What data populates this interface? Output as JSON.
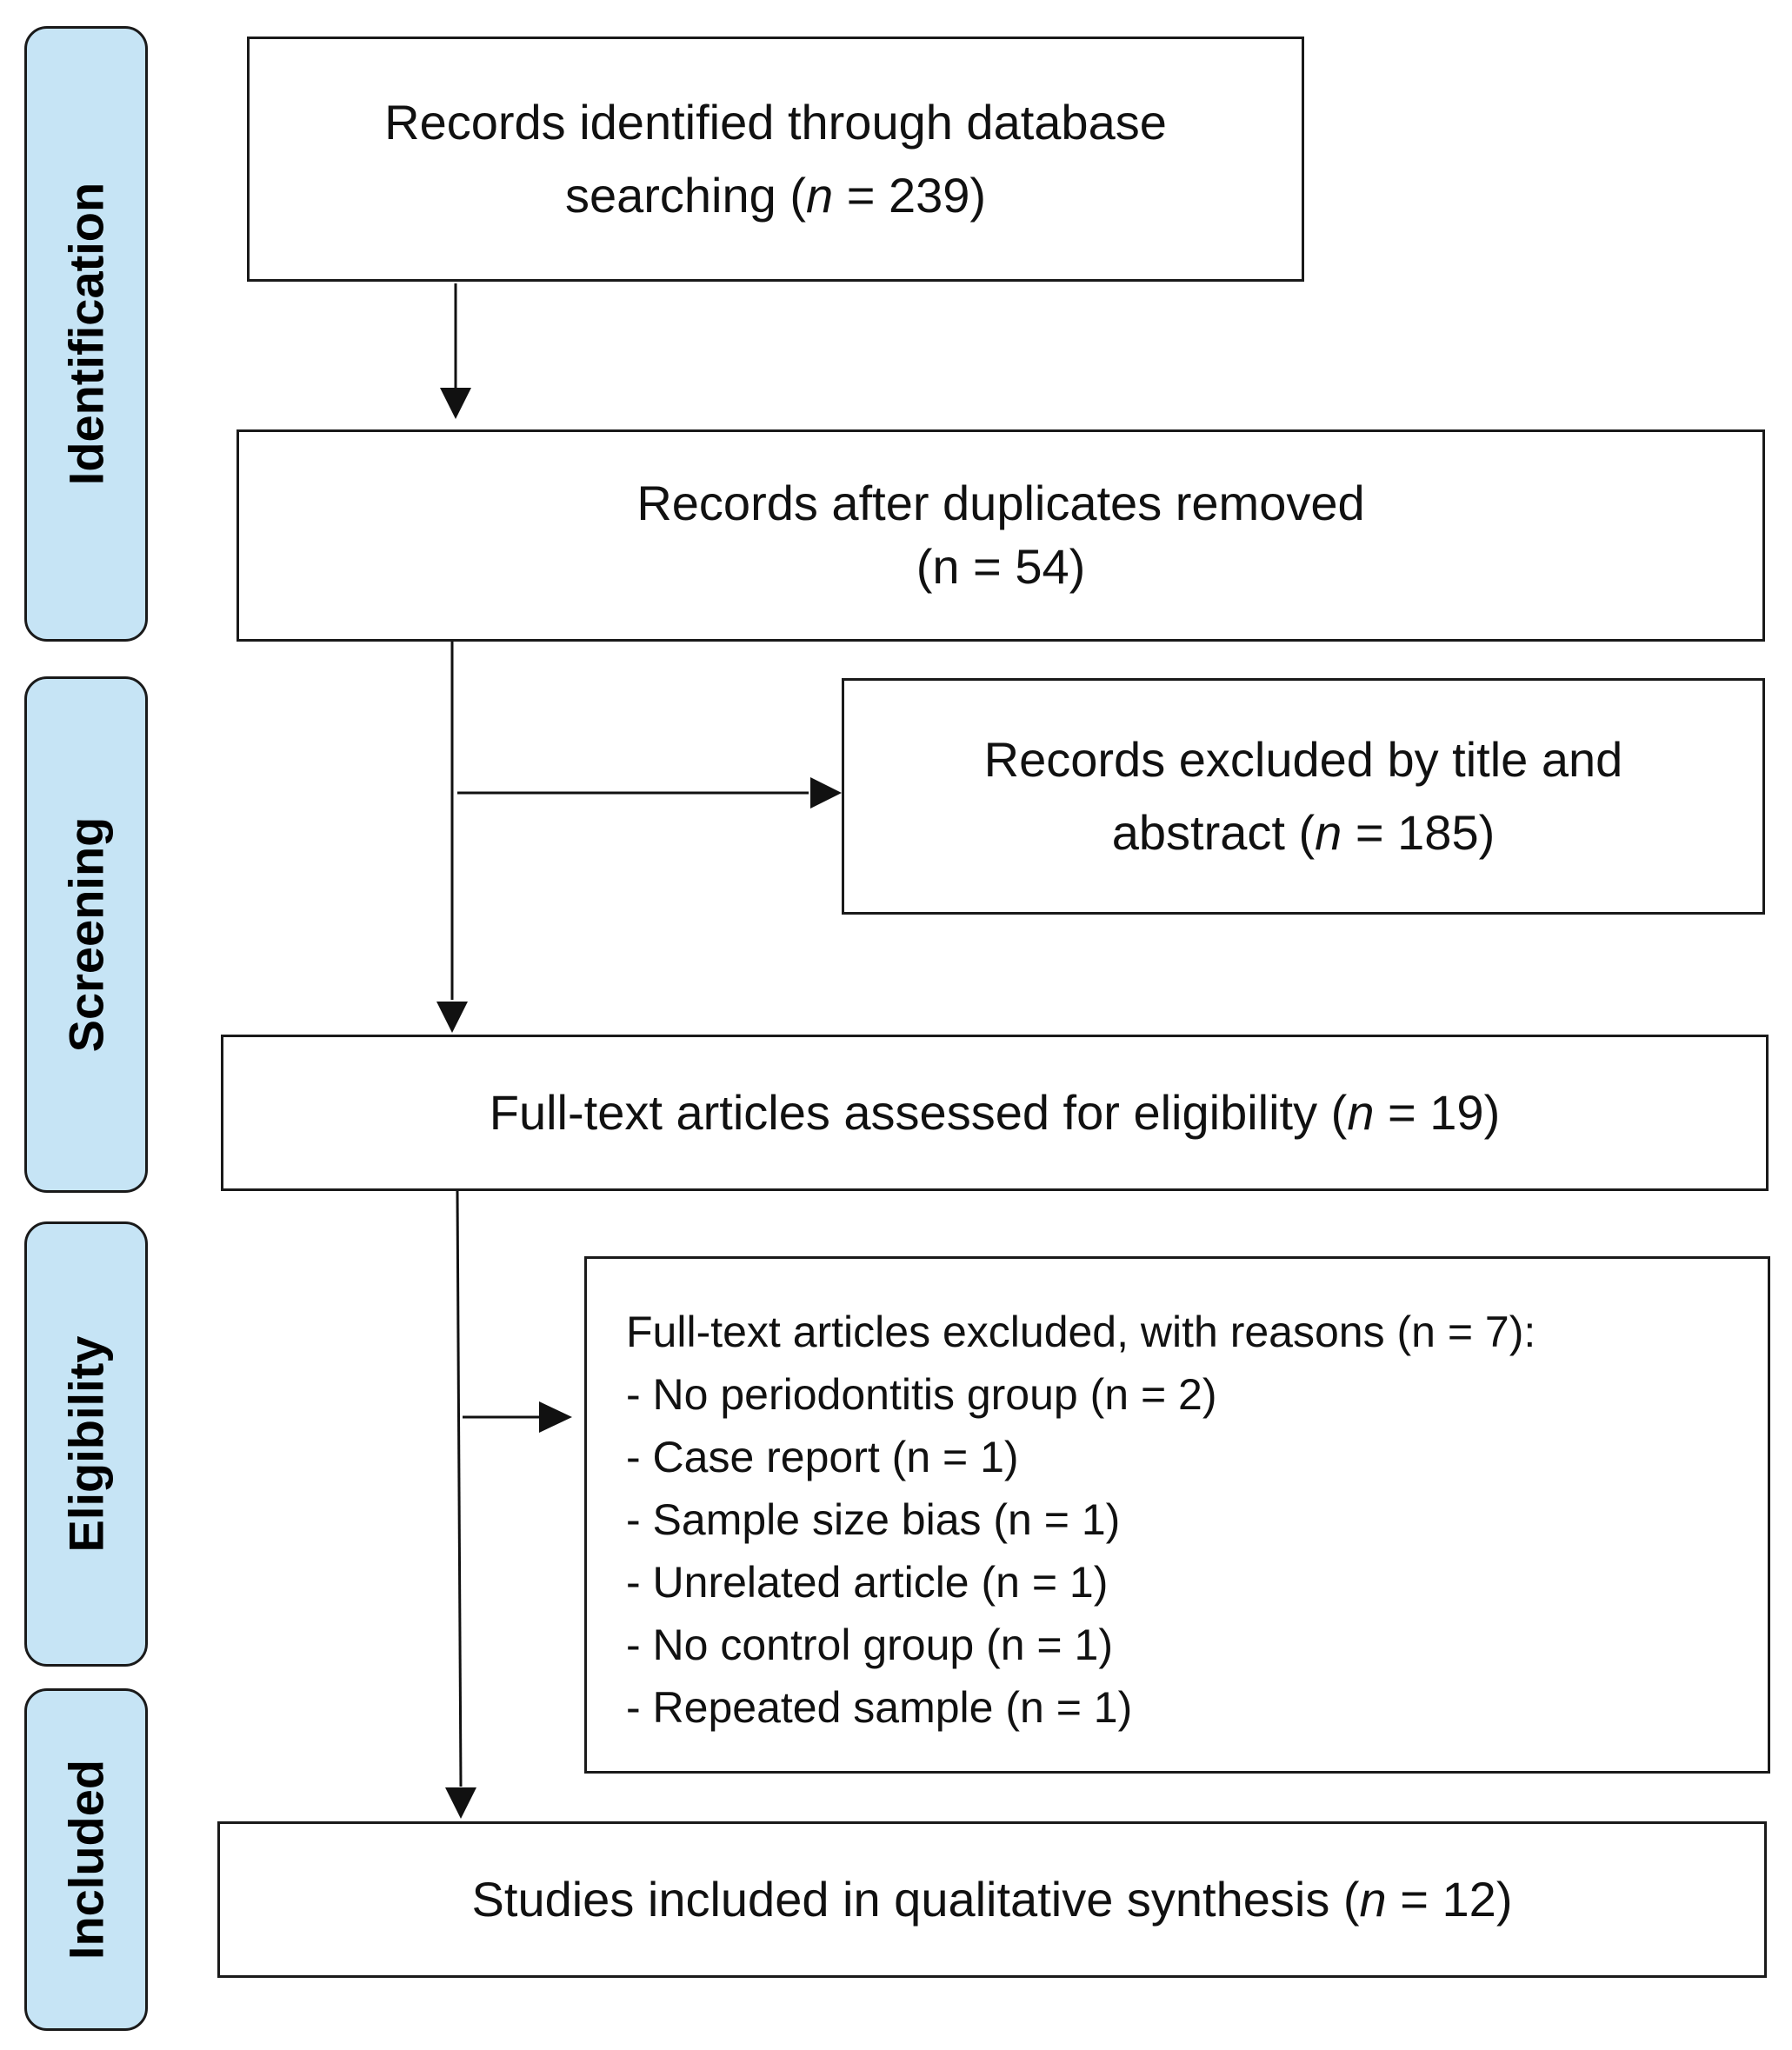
{
  "stages": {
    "identification": "Identification",
    "screening": "Screening",
    "eligibility": "Eligibility",
    "included": "Included"
  },
  "boxes": {
    "identified": {
      "line1": "Records identified through database",
      "line2_prefix": "searching (",
      "n_symbol": "n",
      "line2_suffix": " = 239)"
    },
    "after_duplicates": {
      "line1": "Records after duplicates removed",
      "line2": "(n = 54)"
    },
    "excluded_title_abstract": {
      "line1": "Records excluded by title and",
      "line2_prefix": "abstract (",
      "n_symbol": "n",
      "line2_suffix": " = 185)"
    },
    "full_text_assessed": {
      "prefix": "Full-text articles assessed for eligibility (",
      "n_symbol": "n",
      "suffix": " = 19)"
    },
    "full_text_excluded": {
      "heading": "Full-text articles excluded, with reasons (n = 7):",
      "reasons": [
        "- No periodontitis group (n = 2)",
        "- Case report (n = 1)",
        "- Sample size bias (n = 1)",
        "- Unrelated article (n = 1)",
        "- No control group (n = 1)",
        "- Repeated sample (n = 1)"
      ]
    },
    "included_studies": {
      "prefix": "Studies included in qualitative synthesis (",
      "n_symbol": "n",
      "suffix": " = 12)"
    }
  }
}
